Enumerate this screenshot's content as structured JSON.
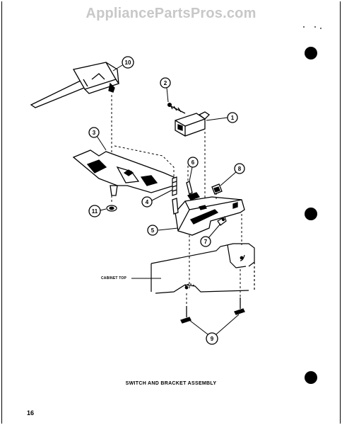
{
  "watermark": "AppliancePartsPros.com",
  "caption": "SWITCH AND BRACKET ASSEMBLY",
  "page_number": "16",
  "cabinet_label": "CABINET TOP",
  "callouts": [
    "10",
    "2",
    "1",
    "3",
    "6",
    "8",
    "4",
    "11",
    "5",
    "7",
    "9"
  ]
}
